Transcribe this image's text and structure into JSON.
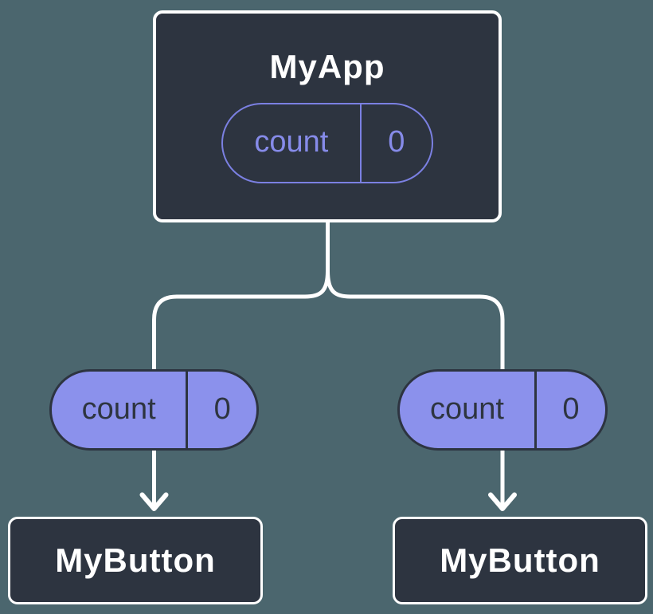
{
  "colors": {
    "background": "#4B666E",
    "node_fill": "#2D3440",
    "node_border": "#FFFFFF",
    "connector": "#FFFFFF",
    "pill_outline": "#7B80E2",
    "pill_outline_text": "#868BE9",
    "pill_fill": "#8B91EC",
    "pill_fill_text": "#2E3540"
  },
  "icons": {
    "arrow_down": "chevron-arrowhead pointing down at each MyButton node"
  },
  "tree": {
    "root": {
      "title": "MyApp",
      "prop": {
        "name": "count",
        "value": "0"
      }
    },
    "children": [
      {
        "title": "MyButton",
        "prop": {
          "name": "count",
          "value": "0"
        }
      },
      {
        "title": "MyButton",
        "prop": {
          "name": "count",
          "value": "0"
        }
      }
    ]
  }
}
